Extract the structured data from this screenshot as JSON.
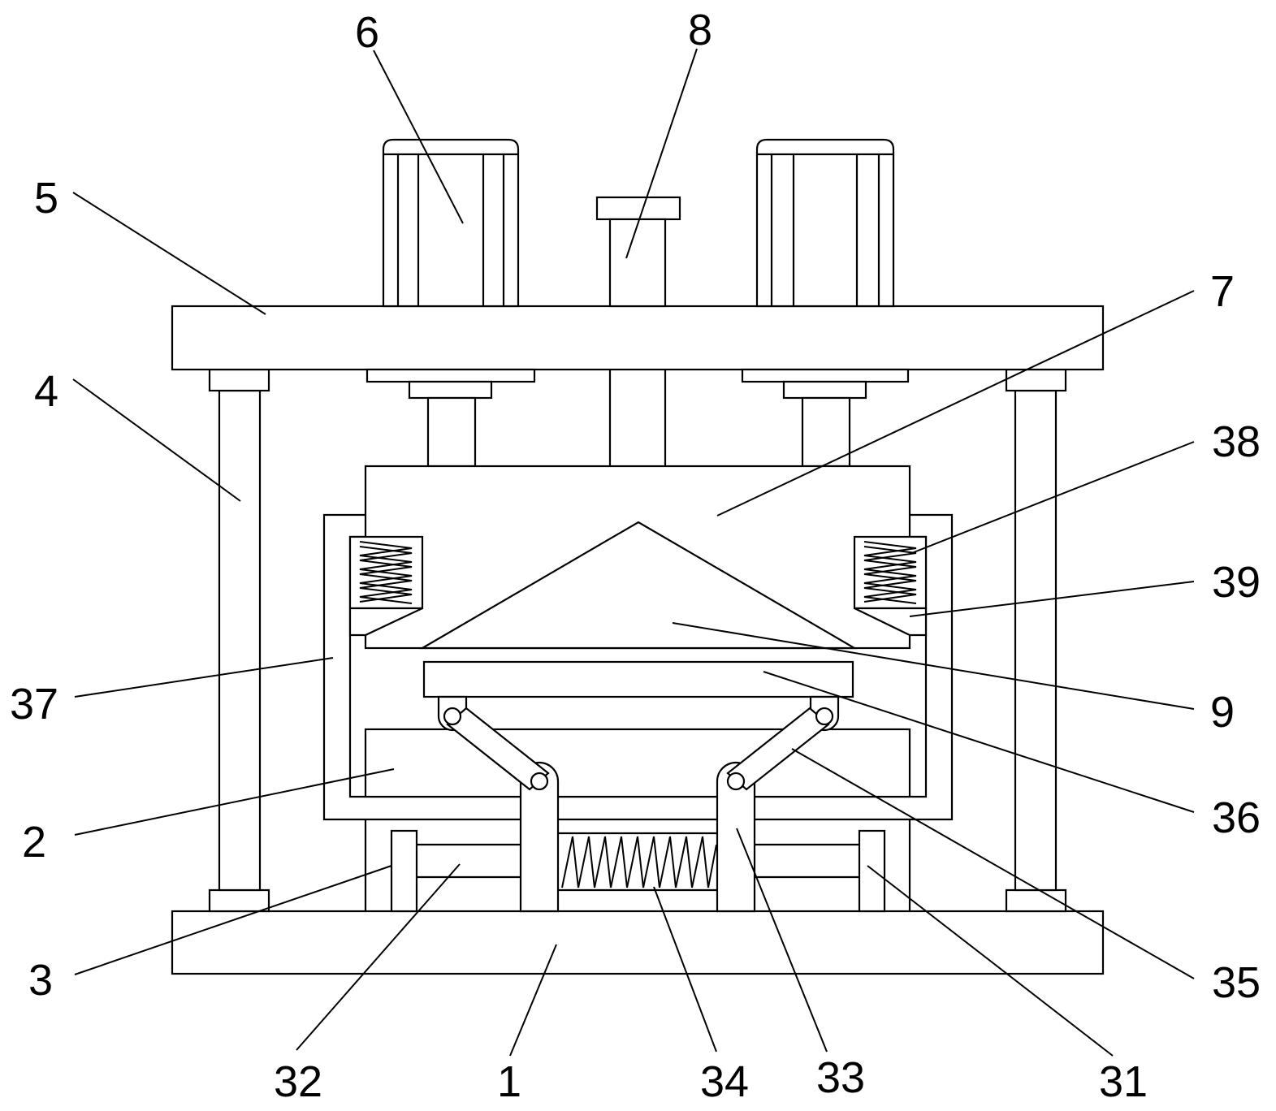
{
  "figure": {
    "labels": {
      "l1": "1",
      "l2": "2",
      "l3": "3",
      "l4": "4",
      "l5": "5",
      "l6": "6",
      "l7": "7",
      "l8": "8",
      "l9": "9",
      "l31": "31",
      "l32": "32",
      "l33": "33",
      "l34": "34",
      "l35": "35",
      "l36": "36",
      "l37": "37",
      "l38": "38",
      "l39": "39"
    }
  }
}
